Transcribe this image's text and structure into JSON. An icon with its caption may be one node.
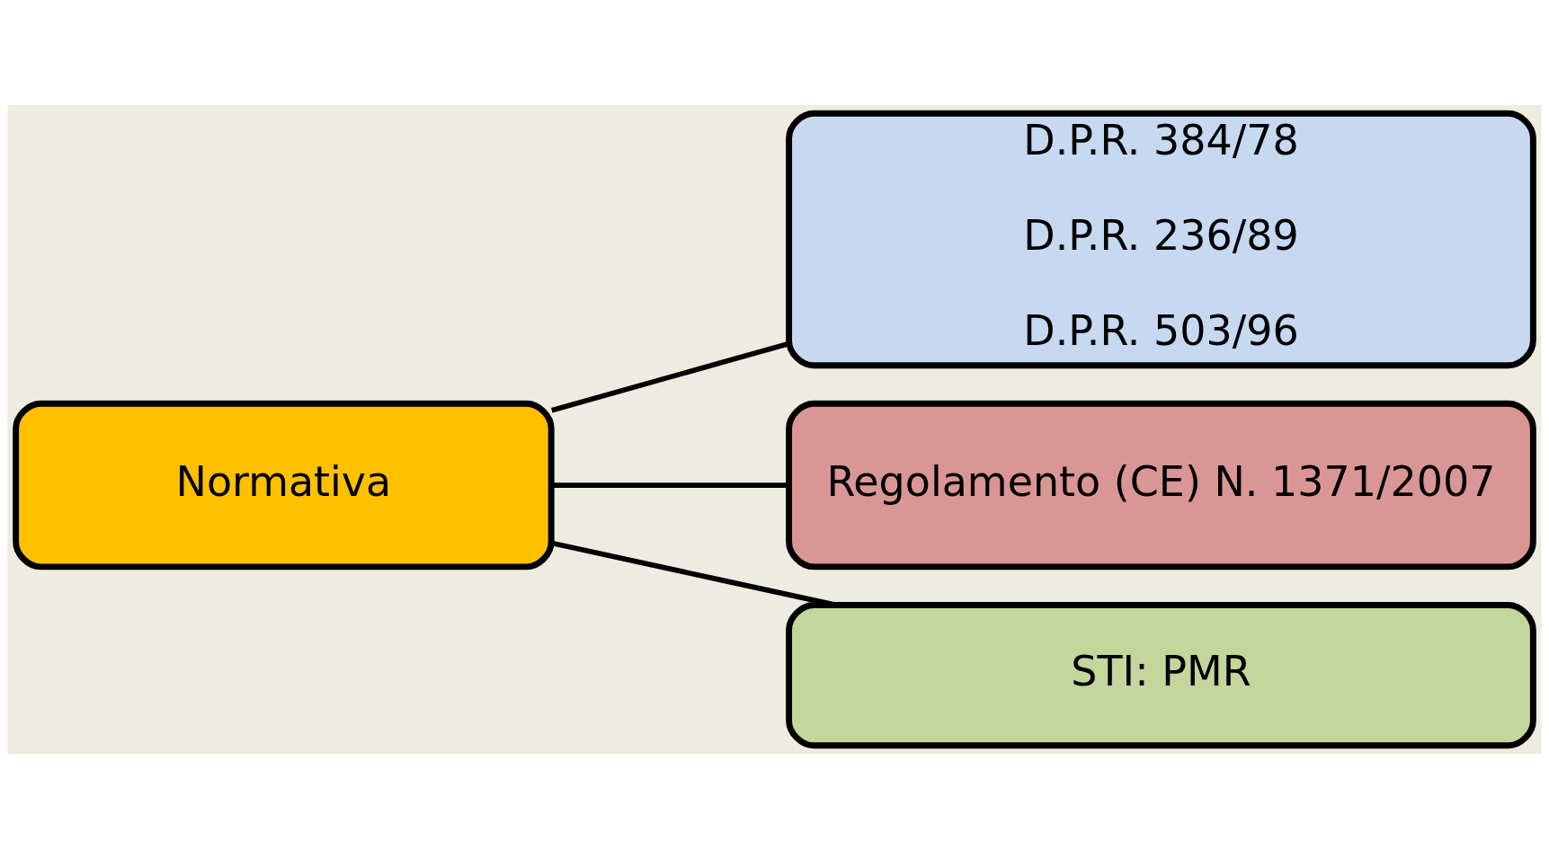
{
  "diagram": {
    "nodes": [
      {
        "text": [
          "Normativa"
        ]
      },
      {
        "text": [
          "D.P.R. 384/78",
          "D.P.R. 236/89",
          "D.P.R. 503/96"
        ]
      },
      {
        "text": [
          "Regolamento (CE) N. 1371/2007"
        ]
      },
      {
        "text": [
          "STI: PMR"
        ]
      }
    ],
    "edges": [
      {
        "from": 0,
        "to": 1,
        "arrow": "none"
      },
      {
        "from": 0,
        "to": 2,
        "arrow": "none"
      },
      {
        "from": 0,
        "to": 3,
        "arrow": "none"
      }
    ]
  }
}
